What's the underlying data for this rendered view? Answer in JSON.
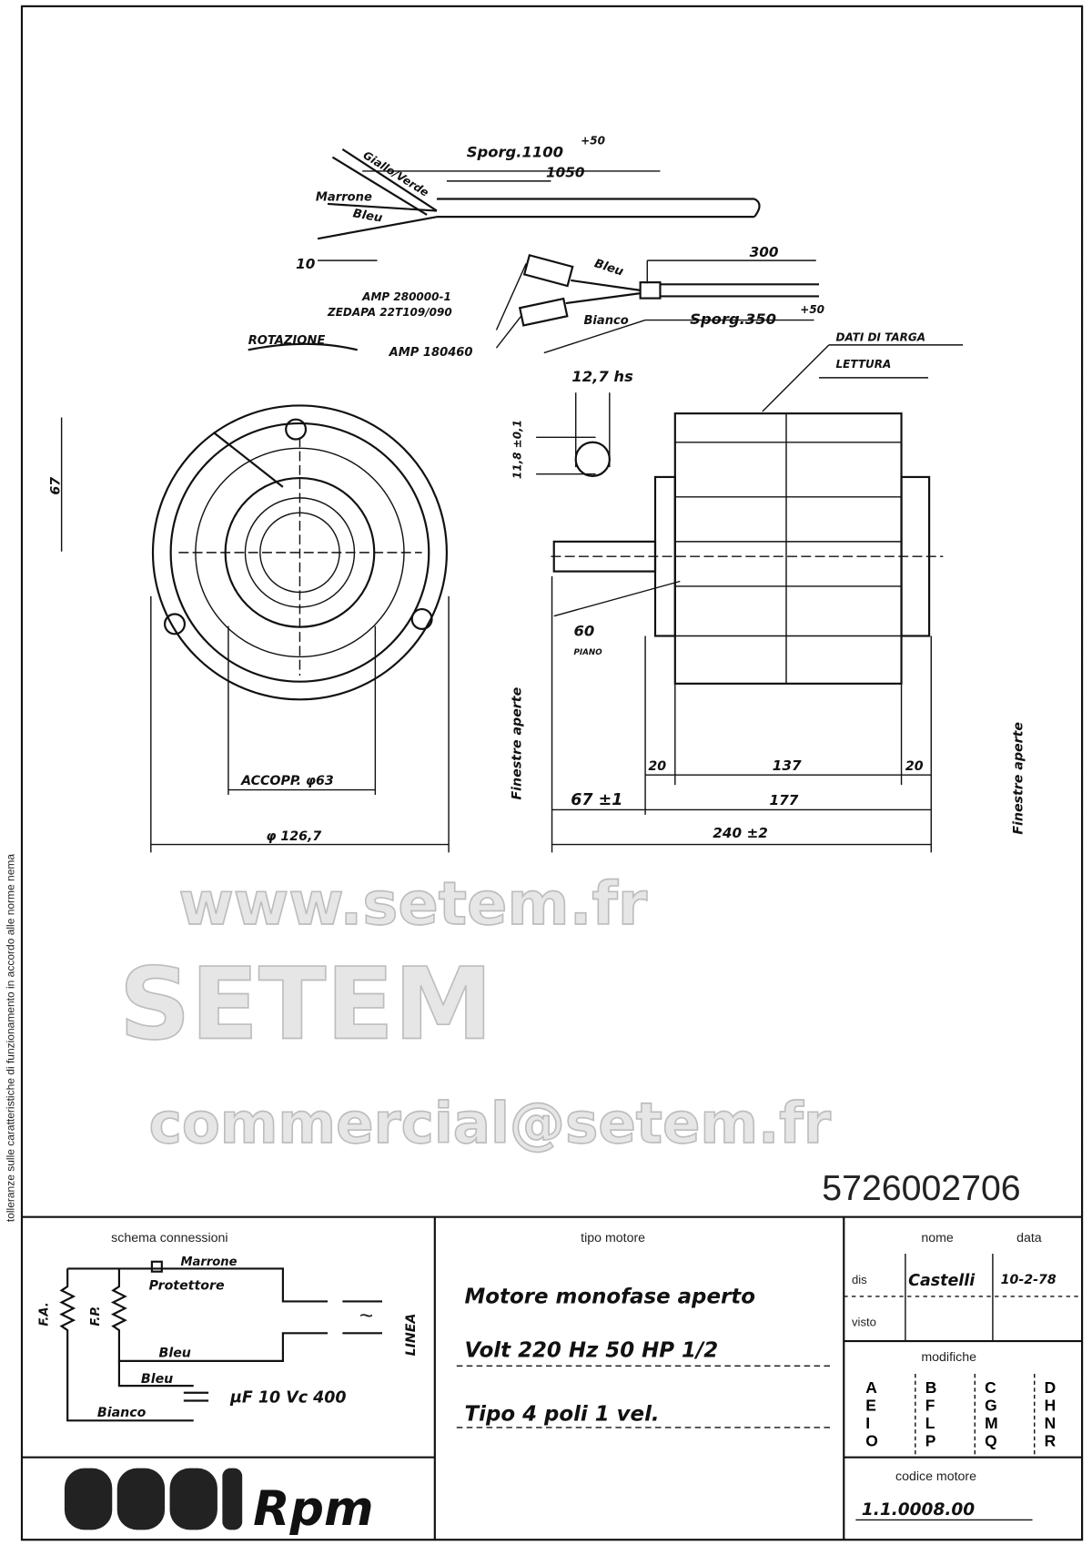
{
  "drawing": {
    "part_number": "5726002706",
    "side_note": "tolleranze sulle caratteristiche di funzionamento in accordo alle norme nema",
    "cables": {
      "sporg_1100": "Sporg.1100",
      "tol_1": "+50",
      "dim_1050": "1050",
      "giallo_verde": "Giallo/Verde",
      "marrone": "Marrone",
      "bleu": "Bleu",
      "dim_10": "10",
      "dim_300": "300",
      "bleu_2": "Bleu",
      "bianco": "Bianco",
      "amp_280000": "AMP 280000-1",
      "zedapa": "ZEDAPA 22T109/090",
      "amp_180460": "AMP 180460",
      "sporg_350": "Sporg.350",
      "tol_2": "+50",
      "rotazione": "ROTAZIONE",
      "dati_targa": "DATI DI TARGA",
      "lettura": "LETTURA"
    },
    "front_view": {
      "dim_67": "67",
      "accopp": "ACCOPP. φ63",
      "diam": "φ 126,7",
      "finestre": "Finestre aperte"
    },
    "side_view": {
      "shaft": "12,7 hs",
      "flat": "11,8 ±0,1",
      "dim_60": "60",
      "piano": "PIANO",
      "dim_20a": "20",
      "dim_137": "137",
      "dim_20b": "20",
      "dim_67": "67 ±1",
      "dim_177": "177",
      "dim_240": "240 ±2",
      "finestre": "Finestre aperte"
    }
  },
  "watermark": {
    "url": "www.setem.fr",
    "brand": "SETEM",
    "email": "commercial@setem.fr"
  },
  "title_block": {
    "schema_header": "schema connessioni",
    "schema": {
      "fa": "F.A.",
      "fp": "F.P.",
      "marrone": "Marrone",
      "protettore": "Protettore",
      "bleu_1": "Bleu",
      "bleu_2": "Bleu",
      "bianco": "Bianco",
      "capacitor": "μF 10  Vc 400",
      "tilde": "~",
      "linea": "LINEA"
    },
    "tipo_header": "tipo motore",
    "tipo_lines": [
      "Motore monofase aperto",
      "Volt 220   Hz 50   HP 1/2",
      "Tipo  4 poli  1 vel."
    ],
    "nome_header": "nome",
    "data_header": "data",
    "dis_label": "dis",
    "dis_name": "Castelli",
    "dis_date": "10-2-78",
    "visto_label": "visto",
    "modifiche_header": "modifiche",
    "modifiche_letters": [
      [
        "A",
        "E",
        "I",
        "O"
      ],
      [
        "B",
        "F",
        "L",
        "P"
      ],
      [
        "C",
        "G",
        "M",
        "Q"
      ],
      [
        "D",
        "H",
        "N",
        "R"
      ]
    ],
    "codice_header": "codice motore",
    "codice_value": "1.1.0008.00",
    "logo_text": "Rpm"
  }
}
